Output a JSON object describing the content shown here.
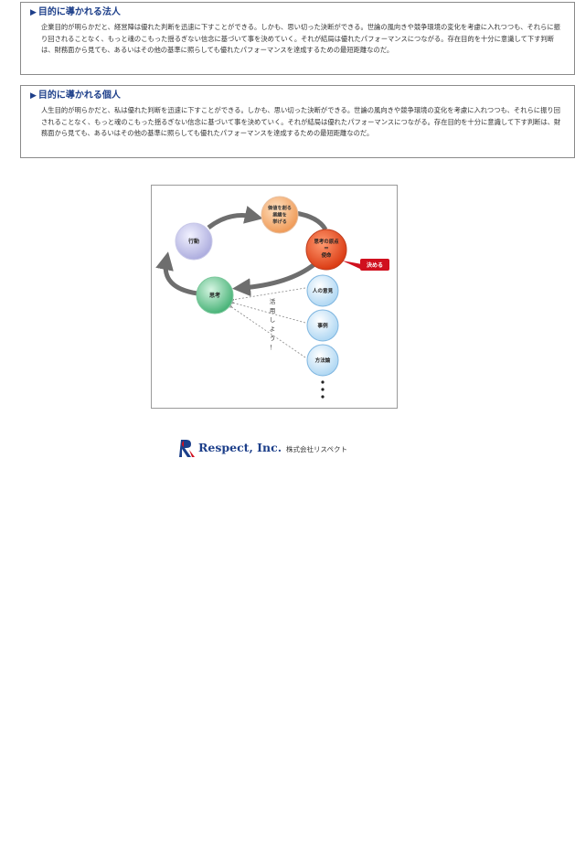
{
  "sections": [
    {
      "title": "目的に導かれる法人",
      "body": "企業目的が明らかだと、経営陣は優れた判断を迅速に下すことができる。しかも、思い切った決断ができる。世論の風向きや競争環境の変化を考慮に入れつつも、それらに振り回されることなく、もっと魂のこもった揺るぎない信念に基づいて事を決めていく。それが結局は優れたパフォーマンスにつながる。存在目的を十分に意識して下す判断は、財務面から見ても、あるいはその他の基準に照らしても優れたパフォーマンスを達成するための最短距離なのだ。"
    },
    {
      "title": "目的に導かれる個人",
      "body": "人生目的が明らかだと、私は優れた判断を迅速に下すことができる。しかも、思い切った決断ができる。世論の風向きや競争環境の変化を考慮に入れつつも、それらに振り回されることなく、もっと魂のこもった揺るぎない信念に基づいて事を決めていく。それが結局は優れたパフォーマンスにつながる。存在目的を十分に意識して下す判断は、財務面から見ても、あるいはその他の基準に照らしても優れたパフォーマンスを達成するための最短距離なのだ。"
    }
  ],
  "diagram": {
    "node_value_line1": "価値を創る",
    "node_value_line2": "業績を",
    "node_value_line3": "挙げる",
    "node_action": "行動",
    "node_origin_line1": "思考の原点",
    "node_origin_line2": "＝",
    "node_origin_line3": "使命",
    "decide_label": "決める",
    "node_thinking": "思考",
    "node_opinion": "人の意見",
    "node_case": "事例",
    "node_method": "方法論",
    "utilize_chars": [
      "活",
      "用",
      "し",
      "よ",
      "う",
      "！"
    ],
    "colors": {
      "value": "#f0a060",
      "action": "#bcbce6",
      "origin": "#e24a1c",
      "thinking": "#5cc08a",
      "resource": "#c8e4f8",
      "decide": "#d0101e",
      "arrow": "#6e6e6e"
    }
  },
  "logo": {
    "name": "Respect, Inc.",
    "jp": "株式会社リスペクト"
  }
}
